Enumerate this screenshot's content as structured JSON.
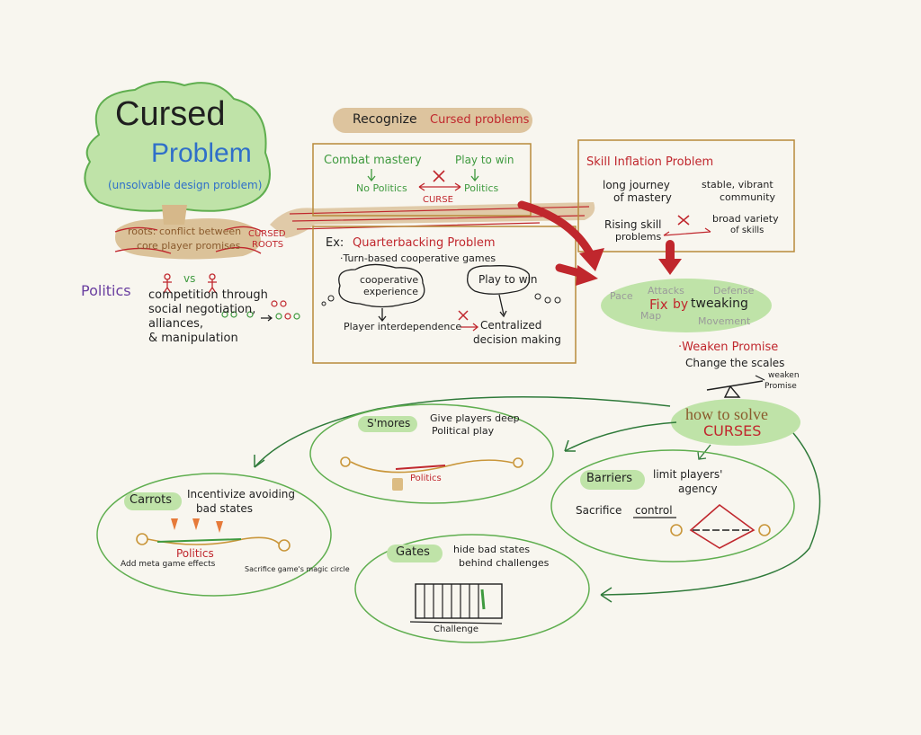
{
  "tree": {
    "title_line1": "Cursed",
    "title_line2": "Problem",
    "subtitle": "(unsolvable design problem)",
    "roots_line1": "roots: conflict between",
    "roots_line2": "core player promises",
    "cursed_roots_line1": "CURSED",
    "cursed_roots_line2": "ROOTS"
  },
  "politics": {
    "label": "Politics",
    "vs": "vs",
    "line1": "competition through",
    "line2": "social negotiation,",
    "line3": "alliances,",
    "line4": "& manipulation"
  },
  "recognize": {
    "banner": "Recognize",
    "banner_accent": "Cursed problems"
  },
  "combat_box": {
    "left": "Combat mastery",
    "left_sub": "No Politics",
    "right": "Play to win",
    "right_sub": "Politics",
    "curse": "CURSE"
  },
  "skill_box": {
    "title": "Skill Inflation Problem",
    "left1": "long journey",
    "left2": "of mastery",
    "left3": "Rising skill",
    "left4": "problems",
    "right1": "stable, vibrant",
    "right2": "community",
    "right3": "broad variety",
    "right4": "of skills"
  },
  "qb_box": {
    "ex": "Ex:",
    "title": "Quarterbacking Problem",
    "sub": "·Turn-based cooperative games",
    "bubble_left1": "cooperative",
    "bubble_left2": "experience",
    "bubble_right": "Play to win",
    "left_result": "Player interdependence",
    "right_result1": "Centralized",
    "right_result2": "decision making"
  },
  "fix": {
    "pace": "Pace",
    "attacks": "Attacks",
    "defense": "Defense",
    "map": "Map",
    "movement": "Movement",
    "fix": "Fix",
    "by": "by",
    "tweaking": "tweaking"
  },
  "weaken": {
    "title": "·Weaken Promise",
    "sub": "Change the scales",
    "scale_label1": "weaken",
    "scale_label2": "Promise"
  },
  "how": {
    "line1": "how to solve",
    "line2": "CURSES"
  },
  "smores": {
    "label": "S'mores",
    "text1": "Give players deep",
    "text2": "Political play",
    "politics": "Politics"
  },
  "barriers": {
    "label": "Barriers",
    "text1": "limit players'",
    "text2": "agency",
    "sacrifice": "Sacrifice",
    "control": "control"
  },
  "carrots": {
    "label": "Carrots",
    "text1": "Incentivize avoiding",
    "text2": "bad states",
    "politics": "Politics",
    "bottom_left": "Add meta game effects",
    "bottom_right": "Sacrifice game's magic circle"
  },
  "gates": {
    "label": "Gates",
    "text1": "hide bad states",
    "text2": "behind challenges",
    "challenge": "Challenge"
  },
  "colors": {
    "green": "#3f9a3f",
    "red": "#c0272d",
    "blue": "#2f6fc9",
    "brown": "#b88a3a",
    "tan": "#d6b88a",
    "light_green": "#bfe3a8"
  }
}
